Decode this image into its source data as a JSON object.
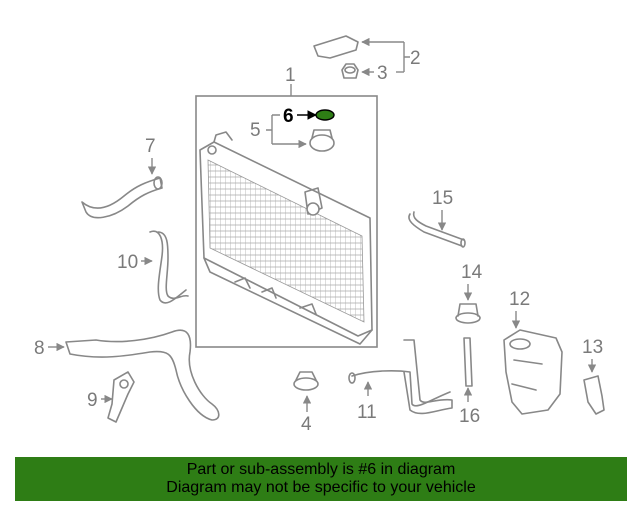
{
  "callouts": {
    "c1": "1",
    "c2": "2",
    "c3": "3",
    "c4": "4",
    "c5": "5",
    "c6": "6",
    "c7": "7",
    "c8": "8",
    "c9": "9",
    "c10": "10",
    "c11": "11",
    "c12": "12",
    "c13": "13",
    "c14": "14",
    "c15": "15",
    "c16": "16"
  },
  "highlighted_part": "6",
  "colors": {
    "highlight": "#2e7d15",
    "banner_bg": "#2e7d15",
    "line": "#888888"
  },
  "banner": {
    "line1": "Part or sub-assembly is #6 in diagram",
    "line2": "Diagram may not be specific to your vehicle"
  }
}
